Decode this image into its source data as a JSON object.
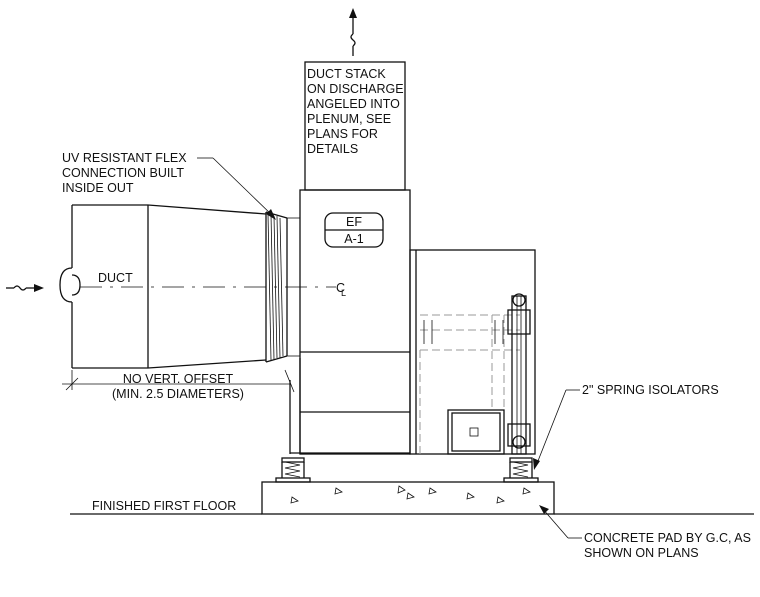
{
  "labels": {
    "duct_stack": [
      "DUCT STACK",
      "ON DISCHARGE",
      "ANGELED INTO",
      "PLENUM, SEE",
      "PLANS FOR",
      "DETAILS"
    ],
    "flex_connection": [
      "UV RESISTANT FLEX",
      "CONNECTION BUILT",
      "INSIDE OUT"
    ],
    "duct": "DUCT",
    "tag_top": "EF",
    "tag_bottom": "A-1",
    "centerline": "C",
    "centerline_sub": "L",
    "offset": [
      "NO VERT. OFFSET",
      "(MIN. 2.5 DIAMETERS)"
    ],
    "spring_isolators": "2\" SPRING ISOLATORS",
    "finished_floor": "FINISHED FIRST FLOOR",
    "concrete_pad": [
      "CONCRETE PAD BY G.C, AS",
      "SHOWN ON PLANS"
    ]
  }
}
